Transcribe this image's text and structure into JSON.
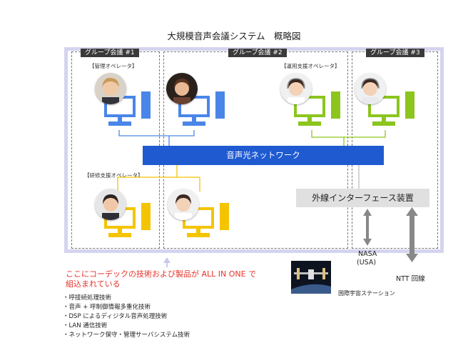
{
  "title": "大規模音声会議システム　概略図",
  "groups": [
    {
      "label": "グループ会議 #1"
    },
    {
      "label": "グループ会議 #2"
    },
    {
      "label": "グループ会議 #3"
    }
  ],
  "roles": {
    "management": "【管理オペレータ】",
    "operation": "【運用支援オペレータ】",
    "training": "【研修支援オペレータ】"
  },
  "network": "音声光ネットワーク",
  "gateway": "外線インターフェース装置",
  "nasa": {
    "line1": "NASA",
    "line2": "(USA)"
  },
  "ntt": "NTT 回線",
  "iss_label": "国際宇宙ステーション",
  "colors": {
    "blue": "#4a86e8",
    "green": "#8cc51e",
    "yellow": "#f5c400",
    "network": "#1f5ad1"
  },
  "note": {
    "line1": "ここにコーデックの技術および製品が ALL IN ONE で",
    "line2": "組込まれている"
  },
  "bullets": [
    "・呼接続処理技術",
    "・音声 + 呼制御情報多重化技術",
    "・DSP によるディジタル音声処理技術",
    "・LAN 通信技術",
    "・ネットワーク保守・管理サーバシステム技術"
  ]
}
